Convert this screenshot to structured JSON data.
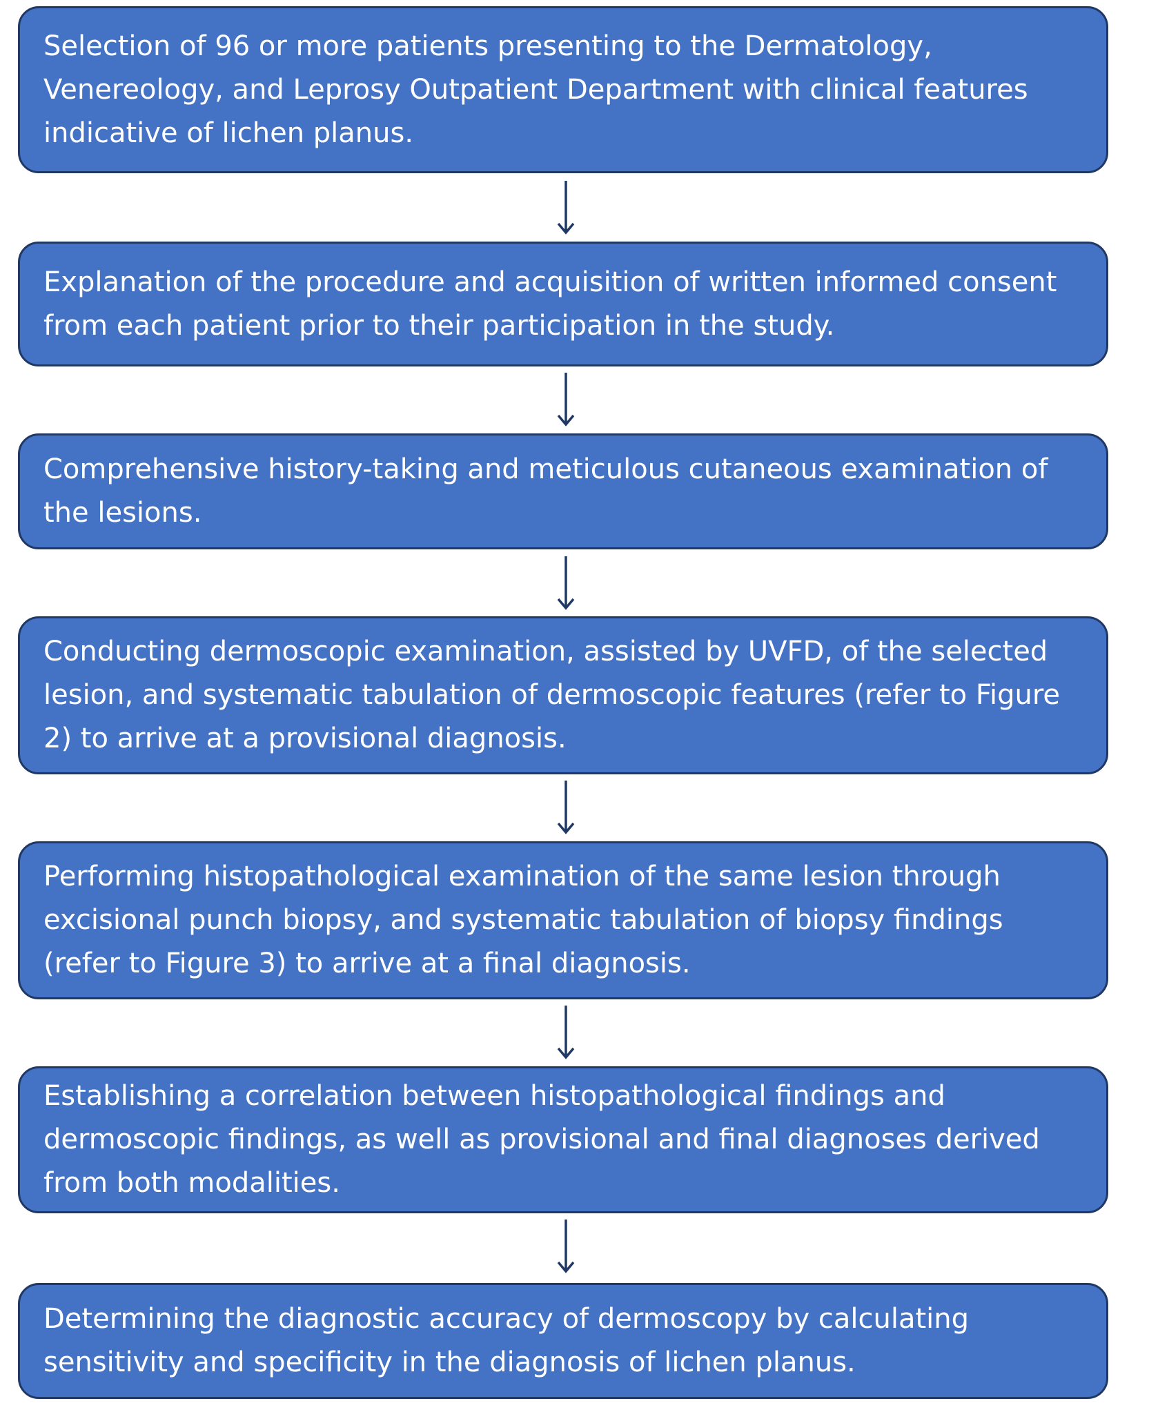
{
  "flowchart": {
    "steps": [
      {
        "text": "Selection of 96 or more patients presenting to the Dermatology, Venereology, and Leprosy Outpatient Department with clinical features indicative of lichen planus."
      },
      {
        "text": "Explanation of the procedure and acquisition of written informed consent from each patient prior to their participation in the study."
      },
      {
        "text": "Comprehensive history-taking and meticulous cutaneous examination of the lesions."
      },
      {
        "text": "Conducting dermoscopic examination, assisted by UVFD, of the selected lesion, and systematic tabulation of dermoscopic features (refer to Figure 2) to arrive at a provisional diagnosis."
      },
      {
        "text": "Performing histopathological examination of the same lesion through excisional punch biopsy, and systematic tabulation of biopsy findings (refer to Figure 3) to arrive at a final diagnosis."
      },
      {
        "text": "Establishing a correlation between histopathological findings and dermoscopic findings, as well as provisional and final diagnoses derived from both modalities."
      },
      {
        "text": "Determining the diagnostic accuracy of dermoscopy by calculating sensitivity and specificity in the diagnosis of lichen planus."
      }
    ],
    "colors": {
      "box_fill": "#4472c4",
      "box_border": "#1f3864",
      "text": "#ffffff",
      "arrow": "#1f3864"
    }
  }
}
